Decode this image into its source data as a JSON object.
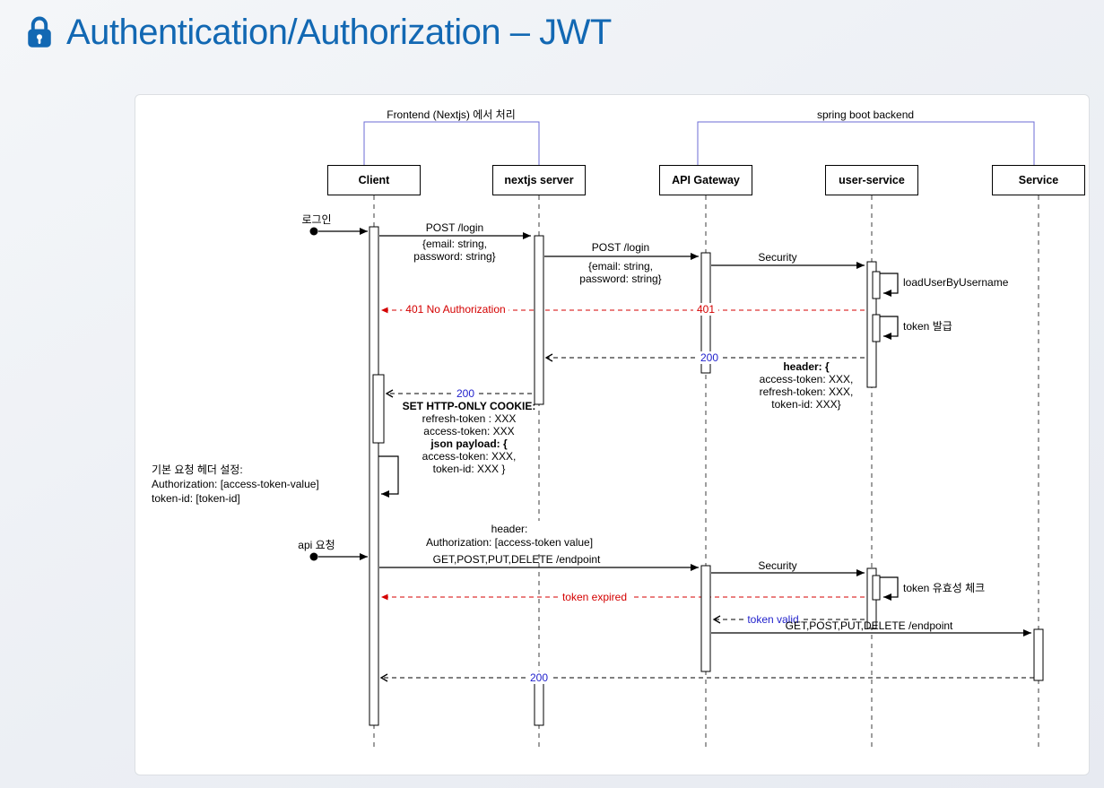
{
  "page": {
    "title": "Authentication/Authorization – JWT"
  },
  "diagram": {
    "frames": [
      {
        "label": "Frontend (Nextjs) 에서 처리"
      },
      {
        "label": "spring boot backend"
      }
    ],
    "participants": [
      {
        "label": "Client"
      },
      {
        "label": "nextjs server"
      },
      {
        "label": "API Gateway"
      },
      {
        "label": "user-service"
      },
      {
        "label": "Service"
      }
    ],
    "labels": {
      "login_trigger": "로그인",
      "post_login_client": "POST /login",
      "post_login_client_body": [
        "{email: string,",
        "password: string}"
      ],
      "post_login_gateway": "POST /login",
      "post_login_gateway_body": [
        "{email: string,",
        "password: string}"
      ],
      "security_first": "Security",
      "load_user": "loadUserByUsername",
      "unauthorized_message": "401 No Authorization",
      "unauthorized_code": "401",
      "token_issue": "token 발급",
      "ok_to_nextjs": "200",
      "token_header_note": [
        "header: {",
        "access-token: XXX,",
        "refresh-token: XXX,",
        "token-id: XXX}"
      ],
      "ok_to_client": "200",
      "cookie_note": [
        "SET HTTP-ONLY COOKIE:",
        "refresh-token : XXX",
        "access-token: XXX",
        "json payload: {",
        "access-token: XXX,",
        "token-id: XXX }"
      ],
      "default_header_note": [
        "기본 요청 헤더 설정:",
        "Authorization: [access-token-value]",
        "token-id: [token-id]"
      ],
      "api_trigger": "api 요청",
      "request_header_note": [
        "header:",
        "Authorization: [access-token value]"
      ],
      "endpoint_request": "GET,POST,PUT,DELETE /endpoint",
      "security_second": "Security",
      "token_check": "token 유효성 체크",
      "token_expired": "token expired",
      "token_valid": "token valid",
      "endpoint_forward": "GET,POST,PUT,DELETE /endpoint",
      "ok_final": "200"
    },
    "colors": {
      "title": "#1268B3",
      "frame_line": "#6B6BD6",
      "error": "#D40000",
      "status_ok": "#2222CC"
    }
  }
}
